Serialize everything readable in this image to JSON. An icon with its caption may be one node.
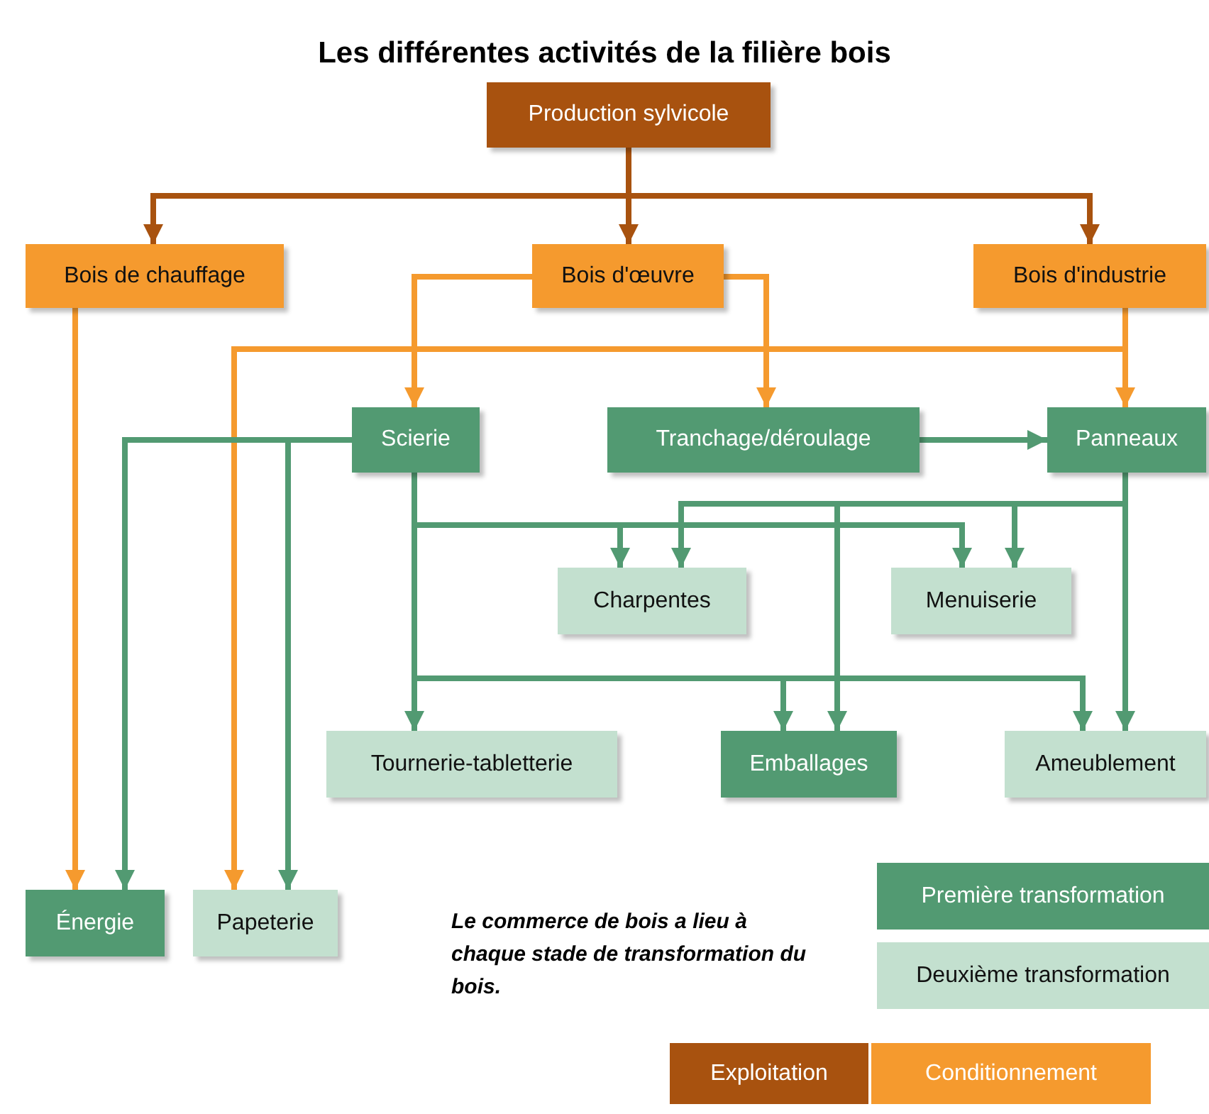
{
  "diagram": {
    "title": "Les différentes activités de la filière bois",
    "nodes": [
      {
        "text": [
          "Production sylvicole"
        ]
      },
      {
        "text": [
          "Bois de chauffage"
        ]
      },
      {
        "text": [
          "Bois d'œuvre"
        ]
      },
      {
        "text": [
          "Bois d'industrie"
        ]
      },
      {
        "text": [
          "Scierie"
        ]
      },
      {
        "text": [
          "Tranchage/déroulage"
        ]
      },
      {
        "text": [
          "Panneaux"
        ]
      },
      {
        "text": [
          "Charpentes"
        ]
      },
      {
        "text": [
          "Menuiserie"
        ]
      },
      {
        "text": [
          "Tournerie-tabletterie"
        ]
      },
      {
        "text": [
          "Emballages"
        ]
      },
      {
        "text": [
          "Ameublement"
        ]
      },
      {
        "text": [
          "Énergie"
        ]
      },
      {
        "text": [
          "Papeterie"
        ]
      }
    ],
    "edges": [
      {
        "from": 0,
        "to": 1,
        "arrow": "to",
        "color": "#a8520f"
      },
      {
        "from": 0,
        "to": 2,
        "arrow": "to",
        "color": "#a8520f"
      },
      {
        "from": 0,
        "to": 3,
        "arrow": "to",
        "color": "#a8520f"
      },
      {
        "from": 1,
        "to": 12,
        "arrow": "to",
        "color": "#f59a2e"
      },
      {
        "from": 2,
        "to": 4,
        "arrow": "to",
        "color": "#f59a2e"
      },
      {
        "from": 2,
        "to": 5,
        "arrow": "to",
        "color": "#f59a2e"
      },
      {
        "from": 3,
        "to": 6,
        "arrow": "to",
        "color": "#f59a2e"
      },
      {
        "from": 3,
        "to": 13,
        "arrow": "to",
        "color": "#f59a2e"
      },
      {
        "from": 5,
        "to": 6,
        "arrow": "to"
      },
      {
        "from": 4,
        "to": 12,
        "arrow": "to"
      },
      {
        "from": 4,
        "to": 13,
        "arrow": "to"
      },
      {
        "from": 4,
        "to": 7,
        "arrow": "to"
      },
      {
        "from": 4,
        "to": 8,
        "arrow": "to"
      },
      {
        "from": 4,
        "to": 9,
        "arrow": "to"
      },
      {
        "from": 4,
        "to": 10,
        "arrow": "to"
      },
      {
        "from": 4,
        "to": 11,
        "arrow": "to"
      },
      {
        "from": 6,
        "to": 7,
        "arrow": "to"
      },
      {
        "from": 6,
        "to": 8,
        "arrow": "to"
      },
      {
        "from": 6,
        "to": 10,
        "arrow": "to"
      },
      {
        "from": 6,
        "to": 11,
        "arrow": "to"
      }
    ],
    "labels": [
      "Le commerce de bois a lieu à chaque stade de transformation du bois."
    ],
    "legend": [
      {
        "text": "Première transformation",
        "color": "#529a72"
      },
      {
        "text": "Deuxième transformation",
        "color": "#c3e0cf"
      },
      {
        "text": "Exploitation",
        "color": "#a8520f"
      },
      {
        "text": "Conditionnement",
        "color": "#f59a2e"
      }
    ]
  }
}
